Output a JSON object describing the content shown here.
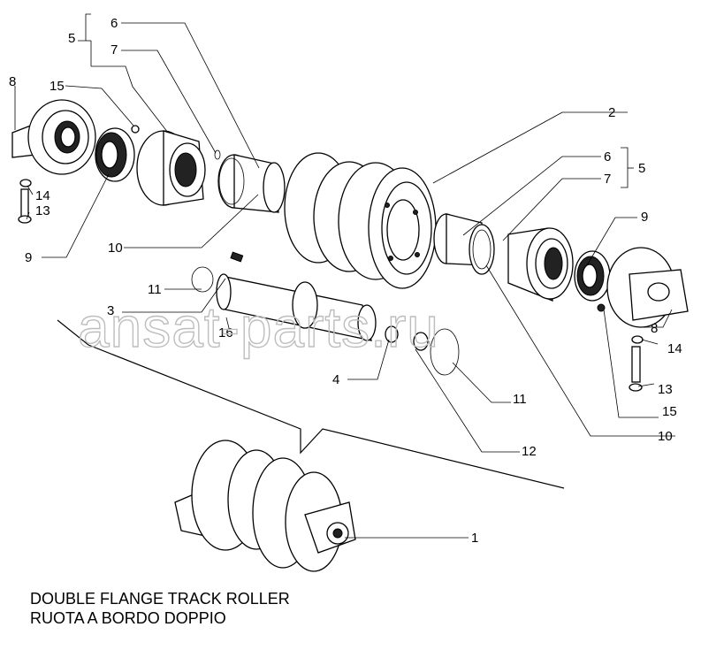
{
  "caption": {
    "line1": "DOUBLE FLANGE TRACK ROLLER",
    "line2": "RUOTA A BORDO DOPPIO"
  },
  "watermark": "ansat-parts.ru",
  "callouts": {
    "n1": "1",
    "n2": "2",
    "n3": "3",
    "n4": "4",
    "n5_left": "5",
    "n6_left": "6",
    "n7_left": "7",
    "n8_left": "8",
    "n15_left": "15",
    "n14_left": "14",
    "n13_left": "13",
    "n9_left": "9",
    "n10_left": "10",
    "n11_top": "11",
    "n16": "16",
    "n6_right": "6",
    "n7_right": "7",
    "n5_right": "5",
    "n9_right": "9",
    "n8_right": "8",
    "n14_right": "14",
    "n13_right": "13",
    "n15_right": "15",
    "n10_right": "10",
    "n11_bottom": "11",
    "n12": "12"
  }
}
